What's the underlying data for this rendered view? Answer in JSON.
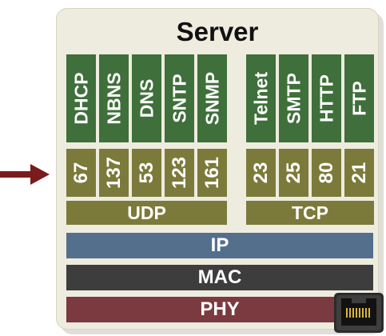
{
  "title": "Server",
  "services": [
    {
      "name": "DHCP",
      "port": "67"
    },
    {
      "name": "NBNS",
      "port": "137"
    },
    {
      "name": "DNS",
      "port": "53"
    },
    {
      "name": "SNTP",
      "port": "123"
    },
    {
      "name": "SNMP",
      "port": "161"
    },
    {
      "name": "Telnet",
      "port": "23"
    },
    {
      "name": "SMTP",
      "port": "25"
    },
    {
      "name": "HTTP",
      "port": "80"
    },
    {
      "name": "FTP",
      "port": "21"
    }
  ],
  "transport": {
    "udp": "UDP",
    "tcp": "TCP"
  },
  "layers": {
    "ip": "IP",
    "mac": "MAC",
    "phy": "PHY"
  },
  "icons": {
    "pointer": "arrow-right-icon",
    "connector": "ethernet-port-icon"
  },
  "colors": {
    "service": "#3f6f3a",
    "port": "#7c7a3a",
    "udp_tcp": "#7c7a3a",
    "ip": "#546f8c",
    "mac": "#3d3d3d",
    "phy": "#7a3a40",
    "arrow": "#7a1c1c"
  }
}
